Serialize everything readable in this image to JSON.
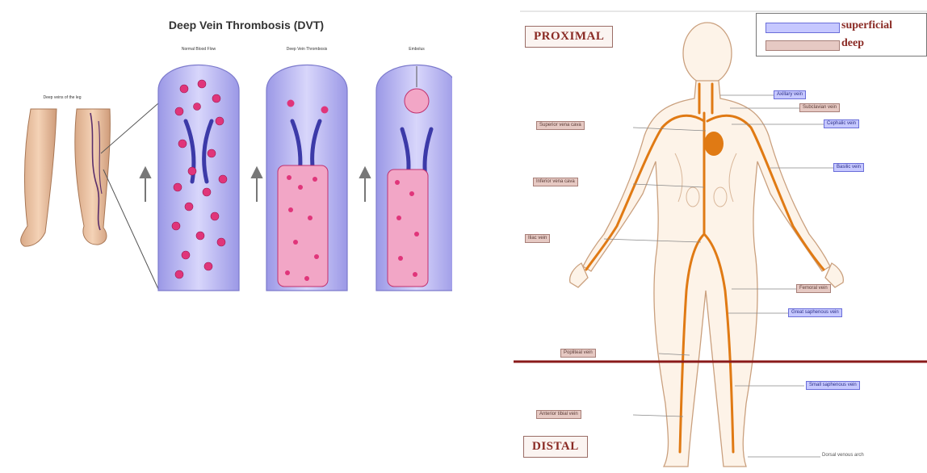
{
  "dvt": {
    "title": "Deep Vein Thrombosis (DVT)",
    "leg_label": "Deep veins of the leg",
    "vein_labels": [
      "Normal Blood Flow",
      "Deep Vein Thrombosis",
      "Embolus"
    ]
  },
  "legend": {
    "superficial": "superficial",
    "deep": "deep"
  },
  "zones": {
    "proximal": "PROXIMAL",
    "distal": "DISTAL"
  },
  "vein_labels": {
    "axillary": "Axillary vein",
    "subclavian": "Subclavian vein",
    "cephalic": "Cephalic vein",
    "basilic": "Basilic vein",
    "superior_vena_cava": "Superior vena cava",
    "inferior_vena_cava": "Inferior vena cava",
    "iliac": "Iliac vein",
    "femoral": "Femoral vein",
    "great_saphenous": "Great saphenous vein",
    "popliteal": "Popliteal vein",
    "small_saphenous": "Small saphenous vein",
    "anterior_tibial": "Anterior tibial vein",
    "dorsal_venous_arch": "Dorsal venous arch"
  },
  "colors": {
    "deep": "#e07a14",
    "superficial": "#6a6ed9",
    "divider": "#8a1a1a",
    "vein_wall": "#9c9cf0"
  }
}
